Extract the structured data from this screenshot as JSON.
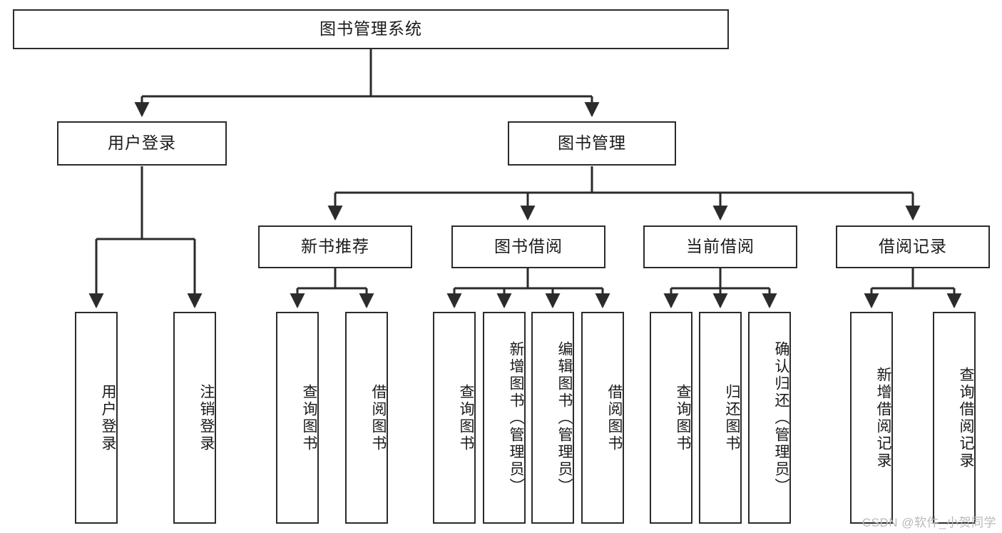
{
  "diagram": {
    "title": "图书管理系统",
    "root": {
      "label": "图书管理系统"
    },
    "level1": [
      {
        "label": "用户登录"
      },
      {
        "label": "图书管理"
      }
    ],
    "level2": [
      {
        "label": "新书推荐"
      },
      {
        "label": "图书借阅"
      },
      {
        "label": "当前借阅"
      },
      {
        "label": "借阅记录"
      }
    ],
    "leaves": {
      "user_login": [
        {
          "label": "用户登录"
        },
        {
          "label": "注销登录"
        }
      ],
      "new_book": [
        {
          "label": "查询图书"
        },
        {
          "label": "借阅图书"
        }
      ],
      "book_borrow": [
        {
          "label": "查询图书"
        },
        {
          "label": "新增图书（管理员）"
        },
        {
          "label": "编辑图书（管理员）"
        },
        {
          "label": "借阅图书"
        }
      ],
      "current_borrow": [
        {
          "label": "查询图书"
        },
        {
          "label": "归还图书"
        },
        {
          "label": "确认归还（管理员）"
        }
      ],
      "borrow_record": [
        {
          "label": "新增借阅记录"
        },
        {
          "label": "查询借阅记录"
        }
      ]
    },
    "watermark": "CSDN @软件_小贺同学",
    "colors": {
      "border": "#2b2b2b",
      "text": "#1a1a1a",
      "background": "#ffffff",
      "watermark": "#b9b9b9"
    }
  }
}
